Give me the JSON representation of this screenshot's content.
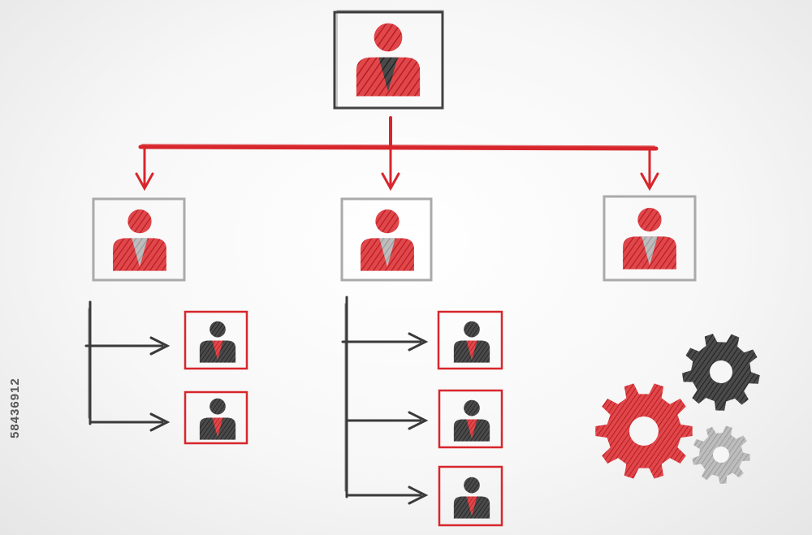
{
  "watermark": {
    "stock_id": "58436912"
  },
  "diagram": {
    "type": "org-chart",
    "levels": [
      {
        "level": 0,
        "nodes": [
          "top-manager"
        ],
        "frame": "dark"
      },
      {
        "level": 1,
        "nodes": [
          "manager-left",
          "manager-center",
          "manager-right"
        ],
        "frame": "grey"
      },
      {
        "level": 2,
        "nodes": [
          "staff-left-1",
          "staff-left-2",
          "staff-center-1",
          "staff-center-2",
          "staff-center-3"
        ],
        "frame": "red"
      }
    ],
    "edges": [
      [
        "top-manager",
        "manager-left"
      ],
      [
        "top-manager",
        "manager-center"
      ],
      [
        "top-manager",
        "manager-right"
      ],
      [
        "manager-left",
        "staff-left-1"
      ],
      [
        "manager-left",
        "staff-left-2"
      ],
      [
        "manager-center",
        "staff-center-1"
      ],
      [
        "manager-center",
        "staff-center-2"
      ],
      [
        "manager-center",
        "staff-center-3"
      ]
    ],
    "decoration": [
      "gear-red",
      "gear-dark",
      "gear-grey"
    ]
  },
  "colors": {
    "red": "#d7262c",
    "dark": "#3a3a3a",
    "grey": "#a8a8a8",
    "light_grey": "#c4c4c4",
    "background": "#f4f4f4"
  },
  "icons": {
    "person": "person-icon",
    "gear": "gear-icon",
    "arrow": "arrow-icon"
  }
}
